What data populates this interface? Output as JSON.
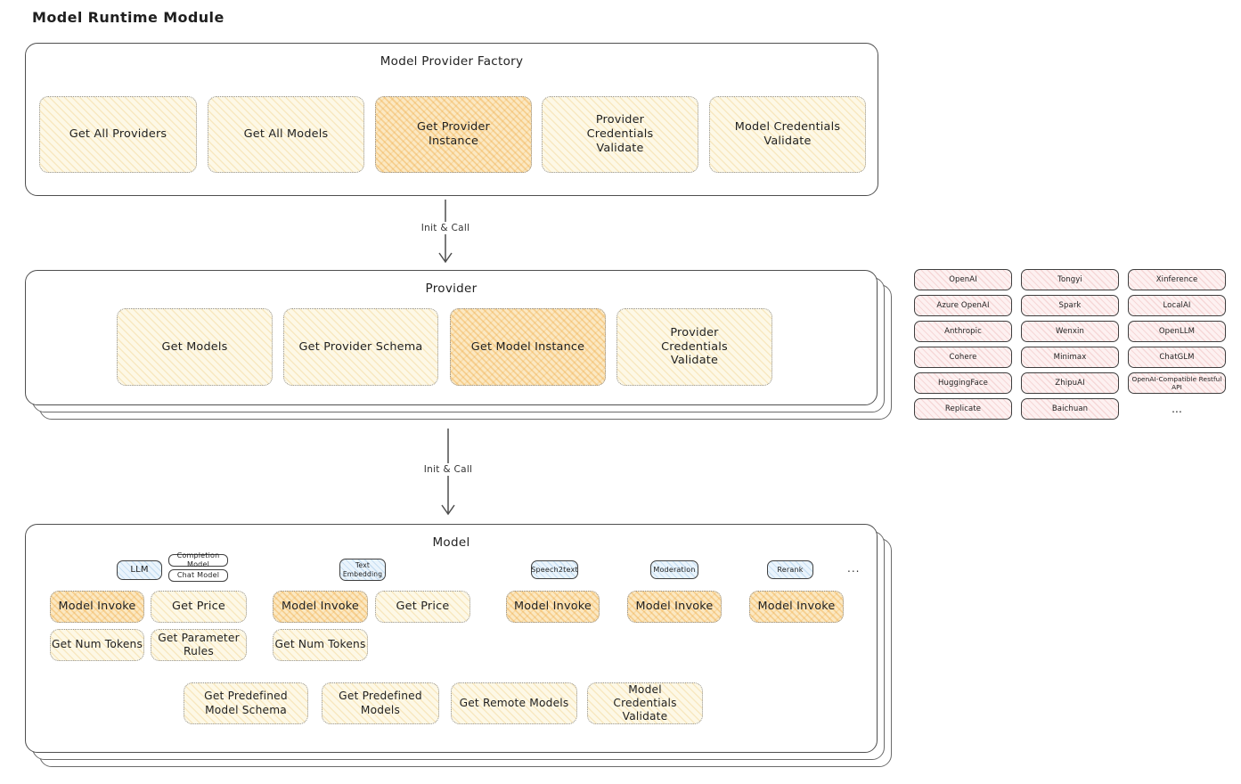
{
  "title": "Model Runtime Module",
  "colors": {
    "box_yellow": "#fdf8e6",
    "box_highlight_orange": "#fbe8c2",
    "provider_chip_pink": "#fdf1f1",
    "tab_blue": "#eaf4fc",
    "container_border": "#4f4f4f",
    "dotted_border": "#929292"
  },
  "arrows": {
    "first": "Init & Call",
    "second": "Init & Call"
  },
  "factory": {
    "title": "Model Provider Factory",
    "items": [
      {
        "label": "Get All Providers",
        "highlight": false
      },
      {
        "label": "Get All Models",
        "highlight": false
      },
      {
        "label": "Get Provider Instance",
        "highlight": true
      },
      {
        "label": "Provider Credentials Validate",
        "highlight": false
      },
      {
        "label": "Model Credentials Validate",
        "highlight": false
      }
    ]
  },
  "provider": {
    "title": "Provider",
    "items": [
      {
        "label": "Get Models",
        "highlight": false
      },
      {
        "label": "Get Provider Schema",
        "highlight": false
      },
      {
        "label": "Get Model Instance",
        "highlight": true
      },
      {
        "label": "Provider Credentials Validate",
        "highlight": false
      }
    ]
  },
  "providers_list": {
    "names": [
      "OpenAI",
      "Tongyi",
      "Xinference",
      "Azure OpenAI",
      "Spark",
      "LocalAI",
      "Anthropic",
      "Wenxin",
      "OpenLLM",
      "Cohere",
      "Minimax",
      "ChatGLM",
      "HuggingFace",
      "ZhipuAI",
      "OpenAI-Compatible Restful API",
      "Replicate",
      "Baichuan"
    ],
    "more": "..."
  },
  "model": {
    "title": "Model",
    "tabs": [
      "LLM",
      "Text Embedding",
      "Speech2text",
      "Moderation",
      "Rerank"
    ],
    "llm_subtypes": [
      "Completion Model",
      "Chat Model"
    ],
    "tabs_more": "...",
    "functions": {
      "model_invoke": "Model Invoke",
      "get_price": "Get Price",
      "get_num_tokens": "Get Num Tokens",
      "get_parameter_rules": "Get Parameter Rules"
    },
    "bottom": [
      "Get Predefined Model Schema",
      "Get Predefined Models",
      "Get Remote Models",
      "Model Credentials Validate"
    ]
  }
}
